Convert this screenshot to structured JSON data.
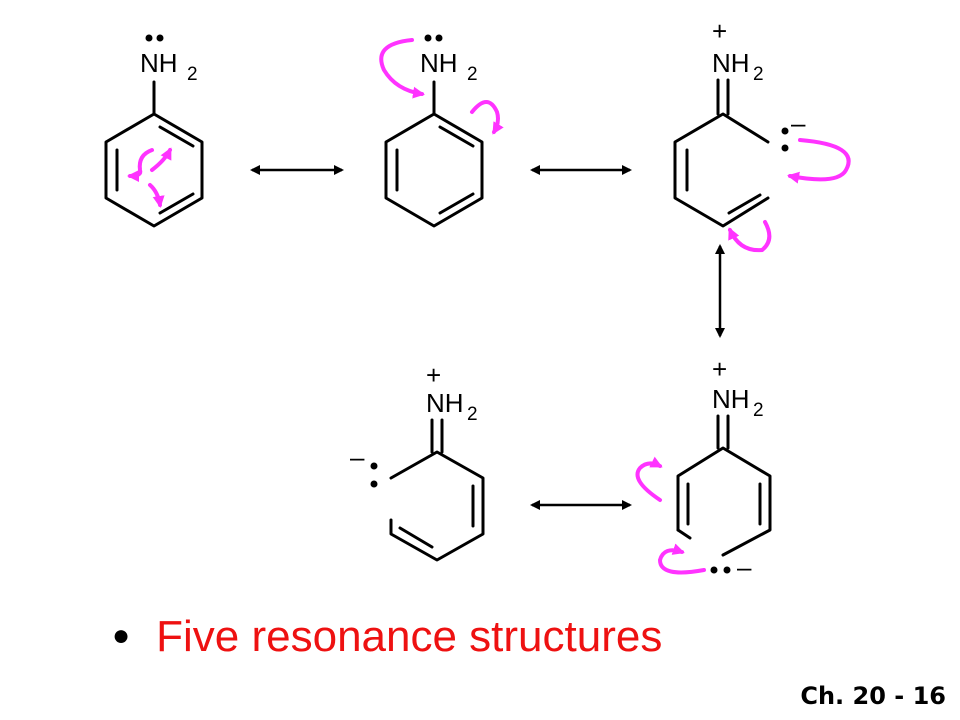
{
  "diagram": {
    "group_label": "NH",
    "group_subscript": "2",
    "plus_sign": "+",
    "minus_sign": "–"
  },
  "caption": {
    "bullet": "●",
    "text": "Five resonance structures"
  },
  "slide_number": "Ch. 20 - 16",
  "colors": {
    "curly_arrow": "#ff33ff",
    "caption_text": "#ee1111",
    "lines": "#000000"
  }
}
